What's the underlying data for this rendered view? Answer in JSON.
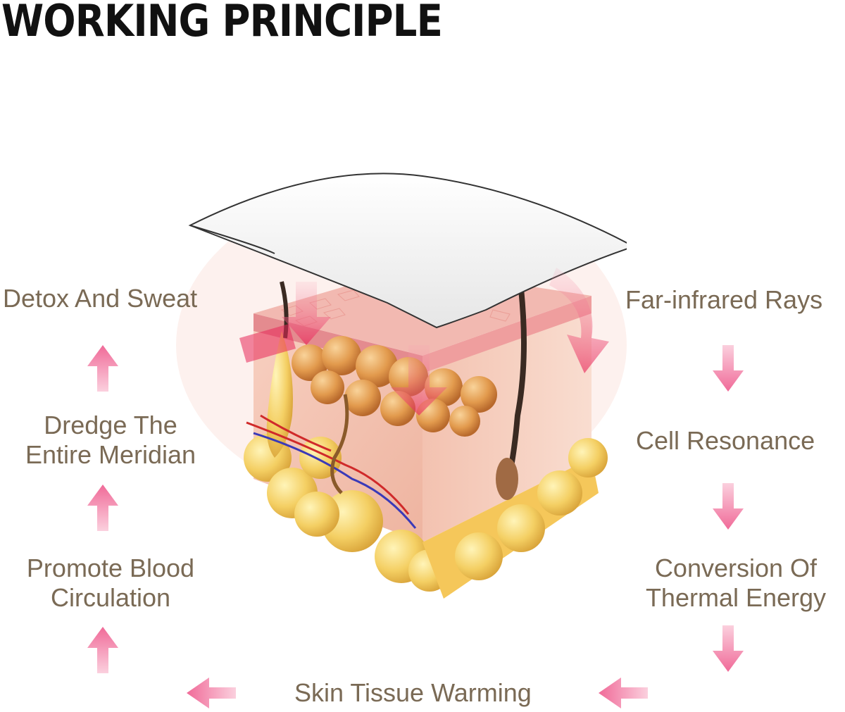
{
  "title": "WORKING PRINCIPLE",
  "colors": {
    "label": "#7a6a55",
    "arrow": "#f06a98",
    "title": "#111111"
  },
  "steps": {
    "far_infrared": "Far-infrared Rays",
    "cell_resonance": "Cell Resonance",
    "conversion_line1": "Conversion Of",
    "conversion_line2": "Thermal Energy",
    "skin_warming": "Skin Tissue Warming",
    "promote_line1": "Promote Blood",
    "promote_line2": "Circulation",
    "dredge_line1": "Dredge The",
    "dredge_line2": "Entire Meridian",
    "detox": "Detox And Sweat"
  }
}
